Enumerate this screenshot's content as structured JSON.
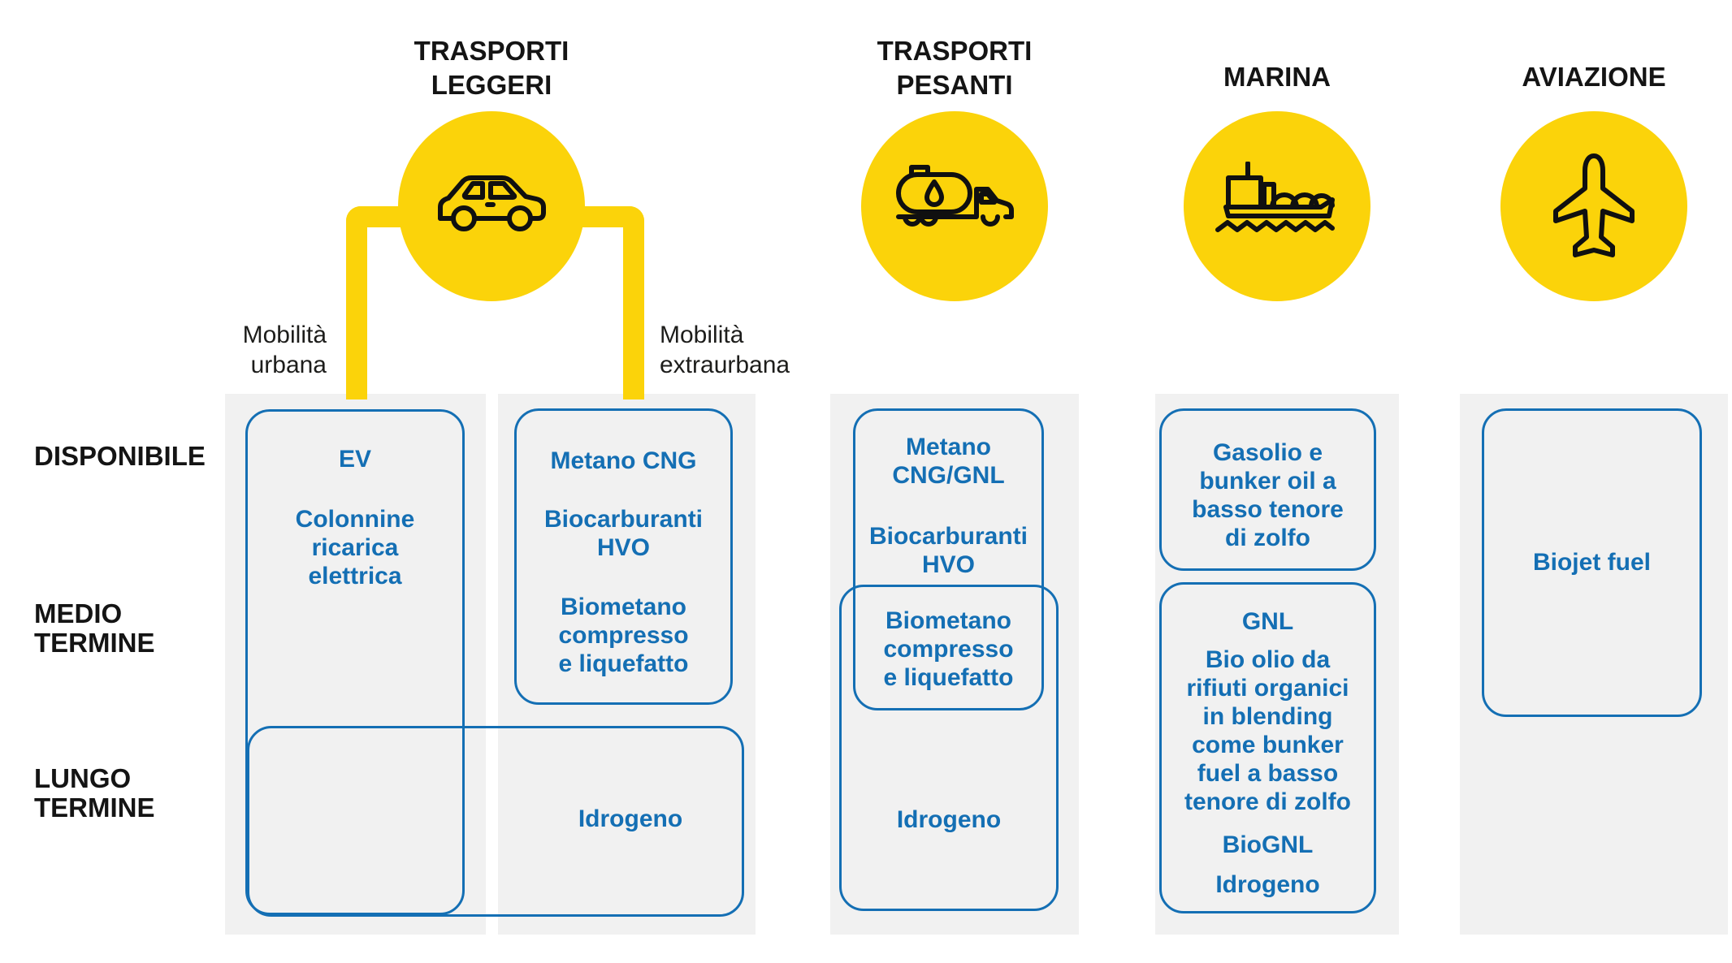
{
  "colors": {
    "yellow": "#FBD30A",
    "blue": "#146FB4",
    "panel_gray": "#F1F1F1",
    "heading_black": "#141414"
  },
  "sectors": [
    {
      "name": "TRASPORTI\nLEGGERI",
      "icon": "car-icon"
    },
    {
      "name": "TRASPORTI\nPESANTI",
      "icon": "tanker-truck-icon"
    },
    {
      "name": "MARINA",
      "icon": "lng-ship-icon"
    },
    {
      "name": "AVIAZIONE",
      "icon": "airplane-icon"
    }
  ],
  "branch_labels": {
    "left": "Mobilità\nurbana",
    "right": "Mobilità\nextraurbana"
  },
  "timeline_rows": [
    {
      "label": "DISPONIBILE"
    },
    {
      "label": "MEDIO\nTERMINE"
    },
    {
      "label": "LUNGO\nTERMINE"
    }
  ],
  "fuel_boxes": {
    "leggeri_urbana": {
      "items": [
        "EV",
        "Colonnine\nricarica\nelettrica"
      ]
    },
    "leggeri_extraurbana": {
      "items": [
        "Metano CNG",
        "Biocarburanti\nHVO",
        "Biometano\ncompresso\ne liquefatto"
      ]
    },
    "leggeri_lungo_termine": {
      "items": [
        "Idrogeno"
      ]
    },
    "pesanti_disponibile": {
      "items": [
        "Metano\nCNG/GNL",
        "Biocarburanti\nHVO",
        "Biometano\ncompresso\ne liquefatto"
      ]
    },
    "pesanti_lungo_termine": {
      "items": [
        "Idrogeno"
      ]
    },
    "marina_disponibile": {
      "items": [
        "Gasolio e\nbunker oil a\nbasso tenore\ndi zolfo"
      ]
    },
    "marina_medio_lungo": {
      "items": [
        "GNL",
        "Bio olio da\nrifiuti organici\nin blending\ncome bunker\nfuel a basso\ntenore di zolfo",
        "BioGNL",
        "Idrogeno"
      ]
    },
    "aviazione": {
      "items": [
        "Biojet fuel"
      ]
    }
  }
}
